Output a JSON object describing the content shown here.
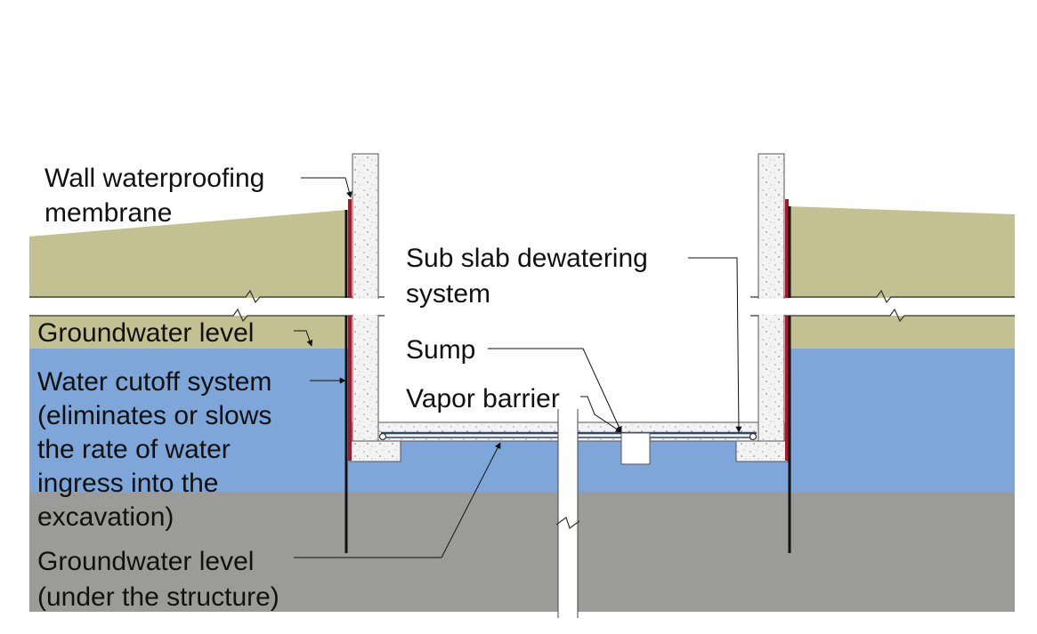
{
  "labels": {
    "wall_membrane": [
      "Wall waterproofing",
      "membrane"
    ],
    "groundwater_level": "Groundwater level",
    "cutoff": [
      "Water cutoff system",
      "(eliminates or slows",
      "the rate of water",
      "ingress into the",
      "excavation)"
    ],
    "groundwater_under": [
      "Groundwater level",
      "(under the structure)"
    ],
    "subslab": [
      "Sub slab dewatering",
      "system"
    ],
    "sump": "Sump",
    "vapor": "Vapor barrier"
  },
  "colors": {
    "soil": "#c3c092",
    "water": "#7fa6d8",
    "ground_below": "#9b9c9a",
    "concrete": "#f2f2f2",
    "membrane": "#b0142b",
    "cutoff": "#111111",
    "vapor_barrier": "#2f4a67"
  }
}
